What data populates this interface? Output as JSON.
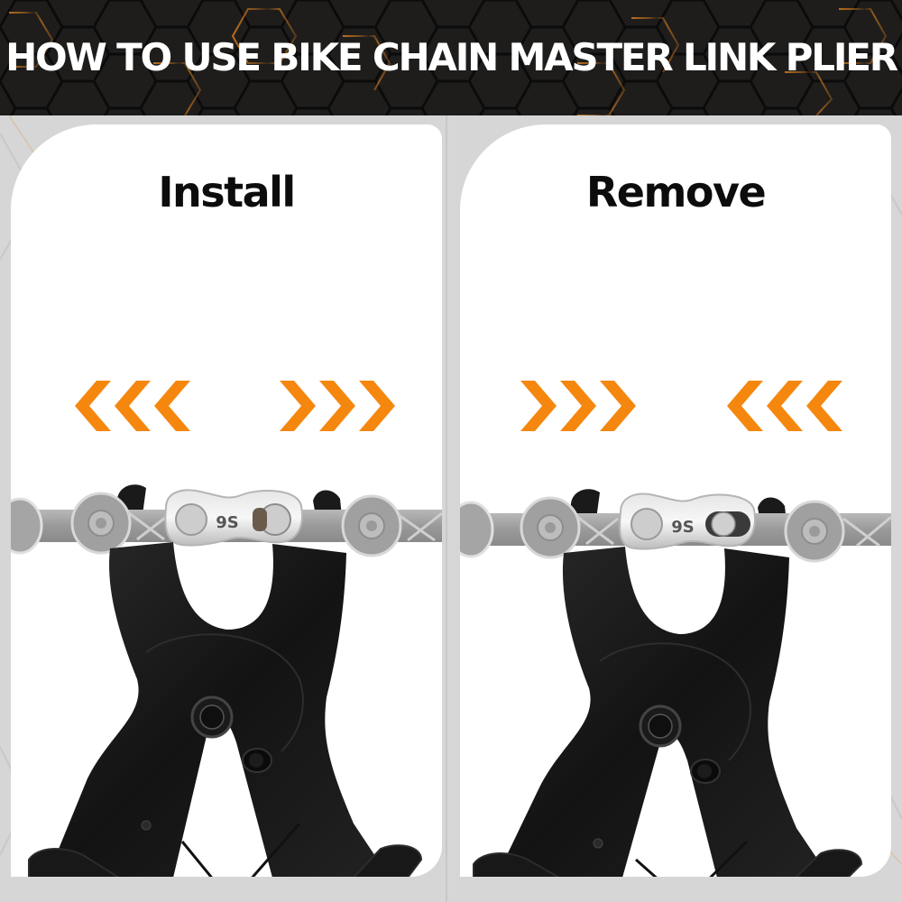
{
  "header": {
    "title": "HOW TO USE BIKE CHAIN MASTER LINK PLIER"
  },
  "panels": [
    {
      "id": "install",
      "title": "Install",
      "arrows_left": {
        "direction": "left",
        "count": 3,
        "icon": "chevron-left-icon"
      },
      "arrows_right": {
        "direction": "right",
        "count": 3,
        "icon": "chevron-right-icon"
      },
      "master_link_label": "9S"
    },
    {
      "id": "remove",
      "title": "Remove",
      "arrows_left": {
        "direction": "right",
        "count": 3,
        "icon": "chevron-right-icon"
      },
      "arrows_right": {
        "direction": "left",
        "count": 3,
        "icon": "chevron-left-icon"
      },
      "master_link_label": "9S"
    }
  ],
  "colors": {
    "accent_orange": "#f5870f",
    "header_bg": "#1b1a19",
    "hex_glow": "#c9761e",
    "card_bg": "#ffffff",
    "plier_black": "#141414",
    "chain_silver": "#a9a9a9"
  }
}
